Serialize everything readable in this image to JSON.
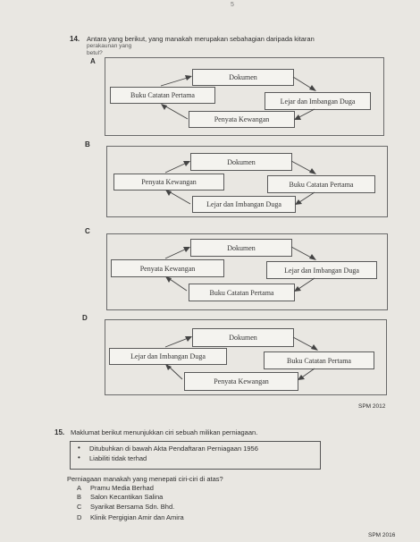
{
  "page_mark": "5",
  "q14": {
    "number": "14.",
    "line1": "Antara yang berikut, yang manakah merupakan sebahagian daripada kitaran",
    "line2": "perakaunan yang",
    "line3": "betul?",
    "options": [
      {
        "letter": "A",
        "top": "Dokumen",
        "left": "Buku Catatan Pertama",
        "right": "Lejar dan Imbangan Duga",
        "bottom": "Penyata Kewangan"
      },
      {
        "letter": "B",
        "top": "Dokumen",
        "left": "Penyata Kewangan",
        "right": "Buku Catatan Pertama",
        "bottom": "Lejar dan Imbangan Duga"
      },
      {
        "letter": "C",
        "top": "Dokumen",
        "left": "Penyata Kewangan",
        "right": "Lejar dan Imbangan Duga",
        "bottom": "Buku Catatan Pertama"
      },
      {
        "letter": "D",
        "top": "Dokumen",
        "left": "Lejar dan Imbangan Duga",
        "right": "Buku Catatan Pertama",
        "bottom": "Penyata Kewangan"
      }
    ],
    "source": "SPM 2012"
  },
  "q15": {
    "number": "15.",
    "stem": "Maklumat berikut menunjukkan ciri sebuah milikan perniagaan.",
    "bullets": [
      "Ditubuhkan di bawah Akta Pendaftaran Perniagaan 1956",
      "Liabiliti tidak terhad"
    ],
    "bullet_symbol": "•",
    "question": "Perniagaan manakah yang menepati ciri-ciri di atas?",
    "choices": [
      {
        "letter": "A",
        "text": "Pramu Media Berhad"
      },
      {
        "letter": "B",
        "text": "Salon Kecantikan Salina"
      },
      {
        "letter": "C",
        "text": "Syarikat Bersama Sdn. Bhd."
      },
      {
        "letter": "D",
        "text": "Klinik Pergigian Amir dan Amira"
      }
    ],
    "source": "SPM 2016"
  }
}
